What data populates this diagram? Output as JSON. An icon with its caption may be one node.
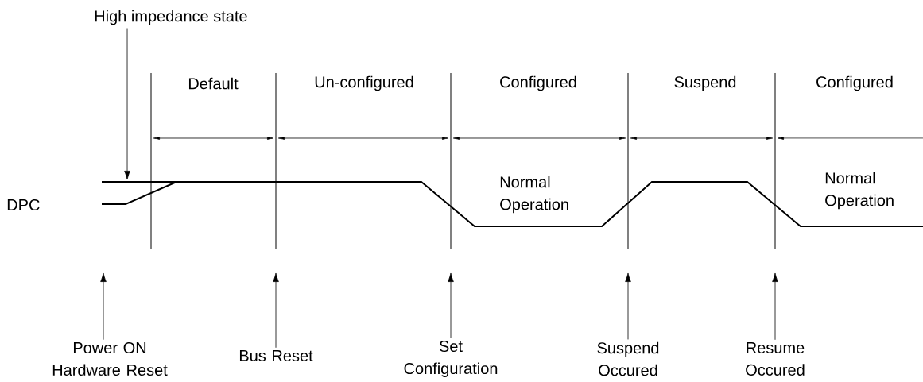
{
  "diagram": {
    "nodes": [
      {
        "text": [
          "High impedance state"
        ]
      },
      {
        "text": [
          "Power ON Hardware Reset"
        ]
      },
      {
        "text": [
          "Bus Reset"
        ]
      },
      {
        "text": [
          "Set Configuration"
        ]
      },
      {
        "text": [
          "Suspend Occured"
        ]
      },
      {
        "text": [
          "Resume Occured"
        ]
      }
    ],
    "edges": [
      {
        "from": 0,
        "to": null,
        "arrow": "to"
      },
      {
        "from": 1,
        "to": null,
        "arrow": "to"
      },
      {
        "from": 2,
        "to": null,
        "arrow": "to"
      },
      {
        "from": 3,
        "to": null,
        "arrow": "to"
      },
      {
        "from": 4,
        "to": null,
        "arrow": "to"
      },
      {
        "from": 5,
        "to": null,
        "arrow": "to"
      }
    ],
    "labels": [
      "Default",
      "Un-configured",
      "Configured",
      "Suspend",
      "Configured",
      "DPC",
      "Normal Operation",
      "Normal Operation"
    ]
  }
}
